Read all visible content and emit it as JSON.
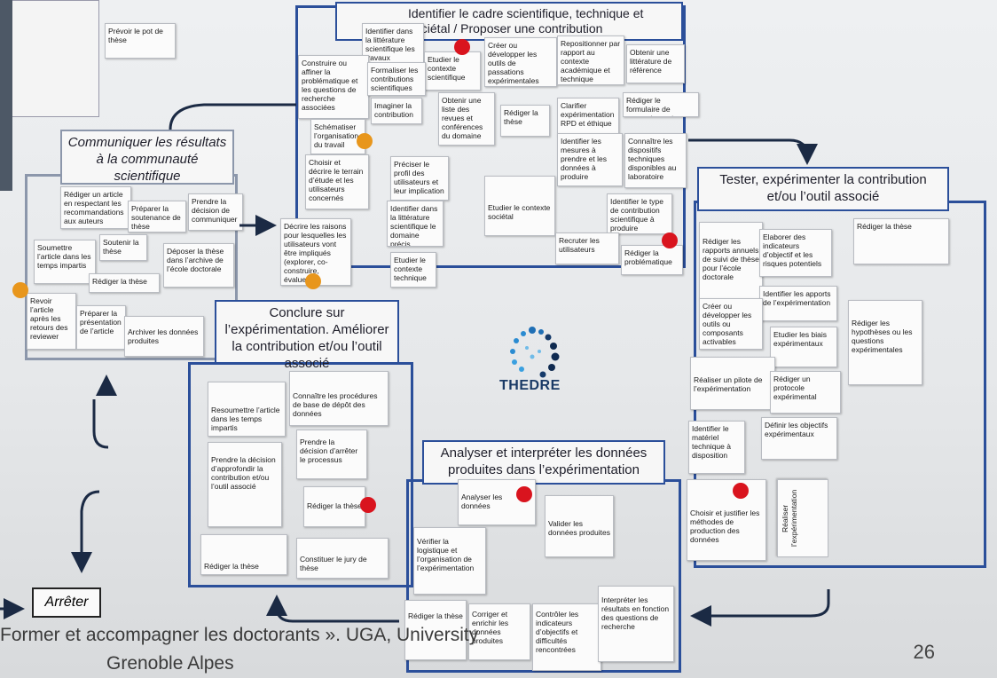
{
  "titles": {
    "top": "Identifier le cadre scientifique, technique et sociétal / Proposer une contribution",
    "communicate": "Communiquer les résultats à la communauté scientifique",
    "test": "Tester, expérimenter la contribution et/ou l’outil associé",
    "conclude": "Conclure sur l’expérimentation. Améliorer la contribution et/ou l’outil associé",
    "analyse": "Analyser et interpréter les données produites dans l’expérimentation"
  },
  "logo_text": "THEDRE",
  "stop_label": "Arrêter",
  "footer_line1": "Former et accompagner les doctorants ». UGA, University",
  "footer_line2": "Grenoble Alpes",
  "page_number": "26",
  "notes": {
    "pot": "Prévoir le pot de thèse",
    "top1": "Identifier dans la littérature scientifique les travaux connexes",
    "top2": "Etudier le contexte scientifique",
    "top3": "Créer ou développer les outils de passations expérimentales",
    "top4": "Repositionner par rapport au contexte académique et technique",
    "top5": "Obtenir une littérature de référence",
    "top6": "Construire ou affiner la problématique et les questions de recherche associées",
    "top7": "Formaliser les contributions scientifiques",
    "top8": "Imaginer la contribution",
    "top9": "Obtenir une liste des revues et conférences du domaine",
    "top10": "Rédiger la thèse",
    "top11": "Clarifier expérimentation RPD et éthique",
    "top12": "Rédiger le formulaire de consentement",
    "top13": "Schématiser l’organisation du travail",
    "top14": "Choisir et décrire le terrain d’étude et les utilisateurs concernés",
    "top15": "Préciser le profil des utilisateurs et leur implication",
    "top16": "Identifier les mesures à prendre et les données à produire",
    "top17": "Connaître les dispositifs techniques disponibles au laboratoire",
    "top18": "Identifier dans la littérature scientifique le domaine précis",
    "top19": "Décrire les raisons pour lesquelles les utilisateurs vont être impliqués (explorer, co-construire, évaluer…)",
    "top20": "Etudier le contexte technique",
    "top21": "Etudier le contexte sociétal",
    "top22": "Identifier le type de contribution scientifique à produire",
    "top23": "Recruter les utilisateurs",
    "top24": "Rédiger la problématique",
    "com1": "Rédiger un article en respectant les recommandations aux auteurs",
    "com2": "Préparer la soutenance de thèse",
    "com3": "Prendre la décision de communiquer",
    "com4": "Soumettre l’article dans les temps impartis",
    "com5": "Soutenir la thèse",
    "com6": "Rédiger la thèse",
    "com7": "Déposer la thèse dans l’archive de l’école doctorale",
    "com8": "Revoir l’article après les retours des reviewer",
    "com9": "Préparer la présentation de l’article",
    "com10": "Archiver les données produites",
    "test1": "Rédiger les rapports annuels de suivi de thèse pour l’école doctorale",
    "test2": "Elaborer des indicateurs d’objectif et les risques potentiels",
    "test3": "Rédiger la thèse",
    "test4": "Identifier les apports de l’expérimentation",
    "test5": "Créer ou développer les outils ou composants activables",
    "test6": "Etudier les biais expérimentaux",
    "test7": "Rédiger les hypothèses ou les questions expérimentales",
    "test8": "Réaliser un pilote de l’expérimentation",
    "test9": "Rédiger un protocole expérimental",
    "test10": "Identifier le matériel technique à disposition",
    "test11": "Définir les objectifs expérimentaux",
    "test12": "Choisir et justifier les méthodes de production des données",
    "test13": "Réaliser l’expérimentation",
    "con1": "Resoumettre l’article dans les temps impartis",
    "con2": "Connaître les procédures de base de dépôt des données",
    "con3": "Prendre la décision d’arrêter le processus",
    "con4": "Prendre la décision d’approfondir la contribution et/ou l’outil associé",
    "con5": "Rédiger la thèse",
    "con6": "Rédiger la thèse",
    "con7": "Constituer le jury de thèse",
    "ana1": "Analyser les données",
    "ana2": "Valider les données produites",
    "ana3": "Vérifier la logistique et l’organisation de l’expérimentation",
    "ana4": "Rédiger la thèse",
    "ana5": "Corriger et enrichir les données produites",
    "ana6": "Contrôler les indicateurs d’objectifs et difficultés rencontrées",
    "ana7": "Interpréter les résultats en fonction des questions de recherche"
  }
}
